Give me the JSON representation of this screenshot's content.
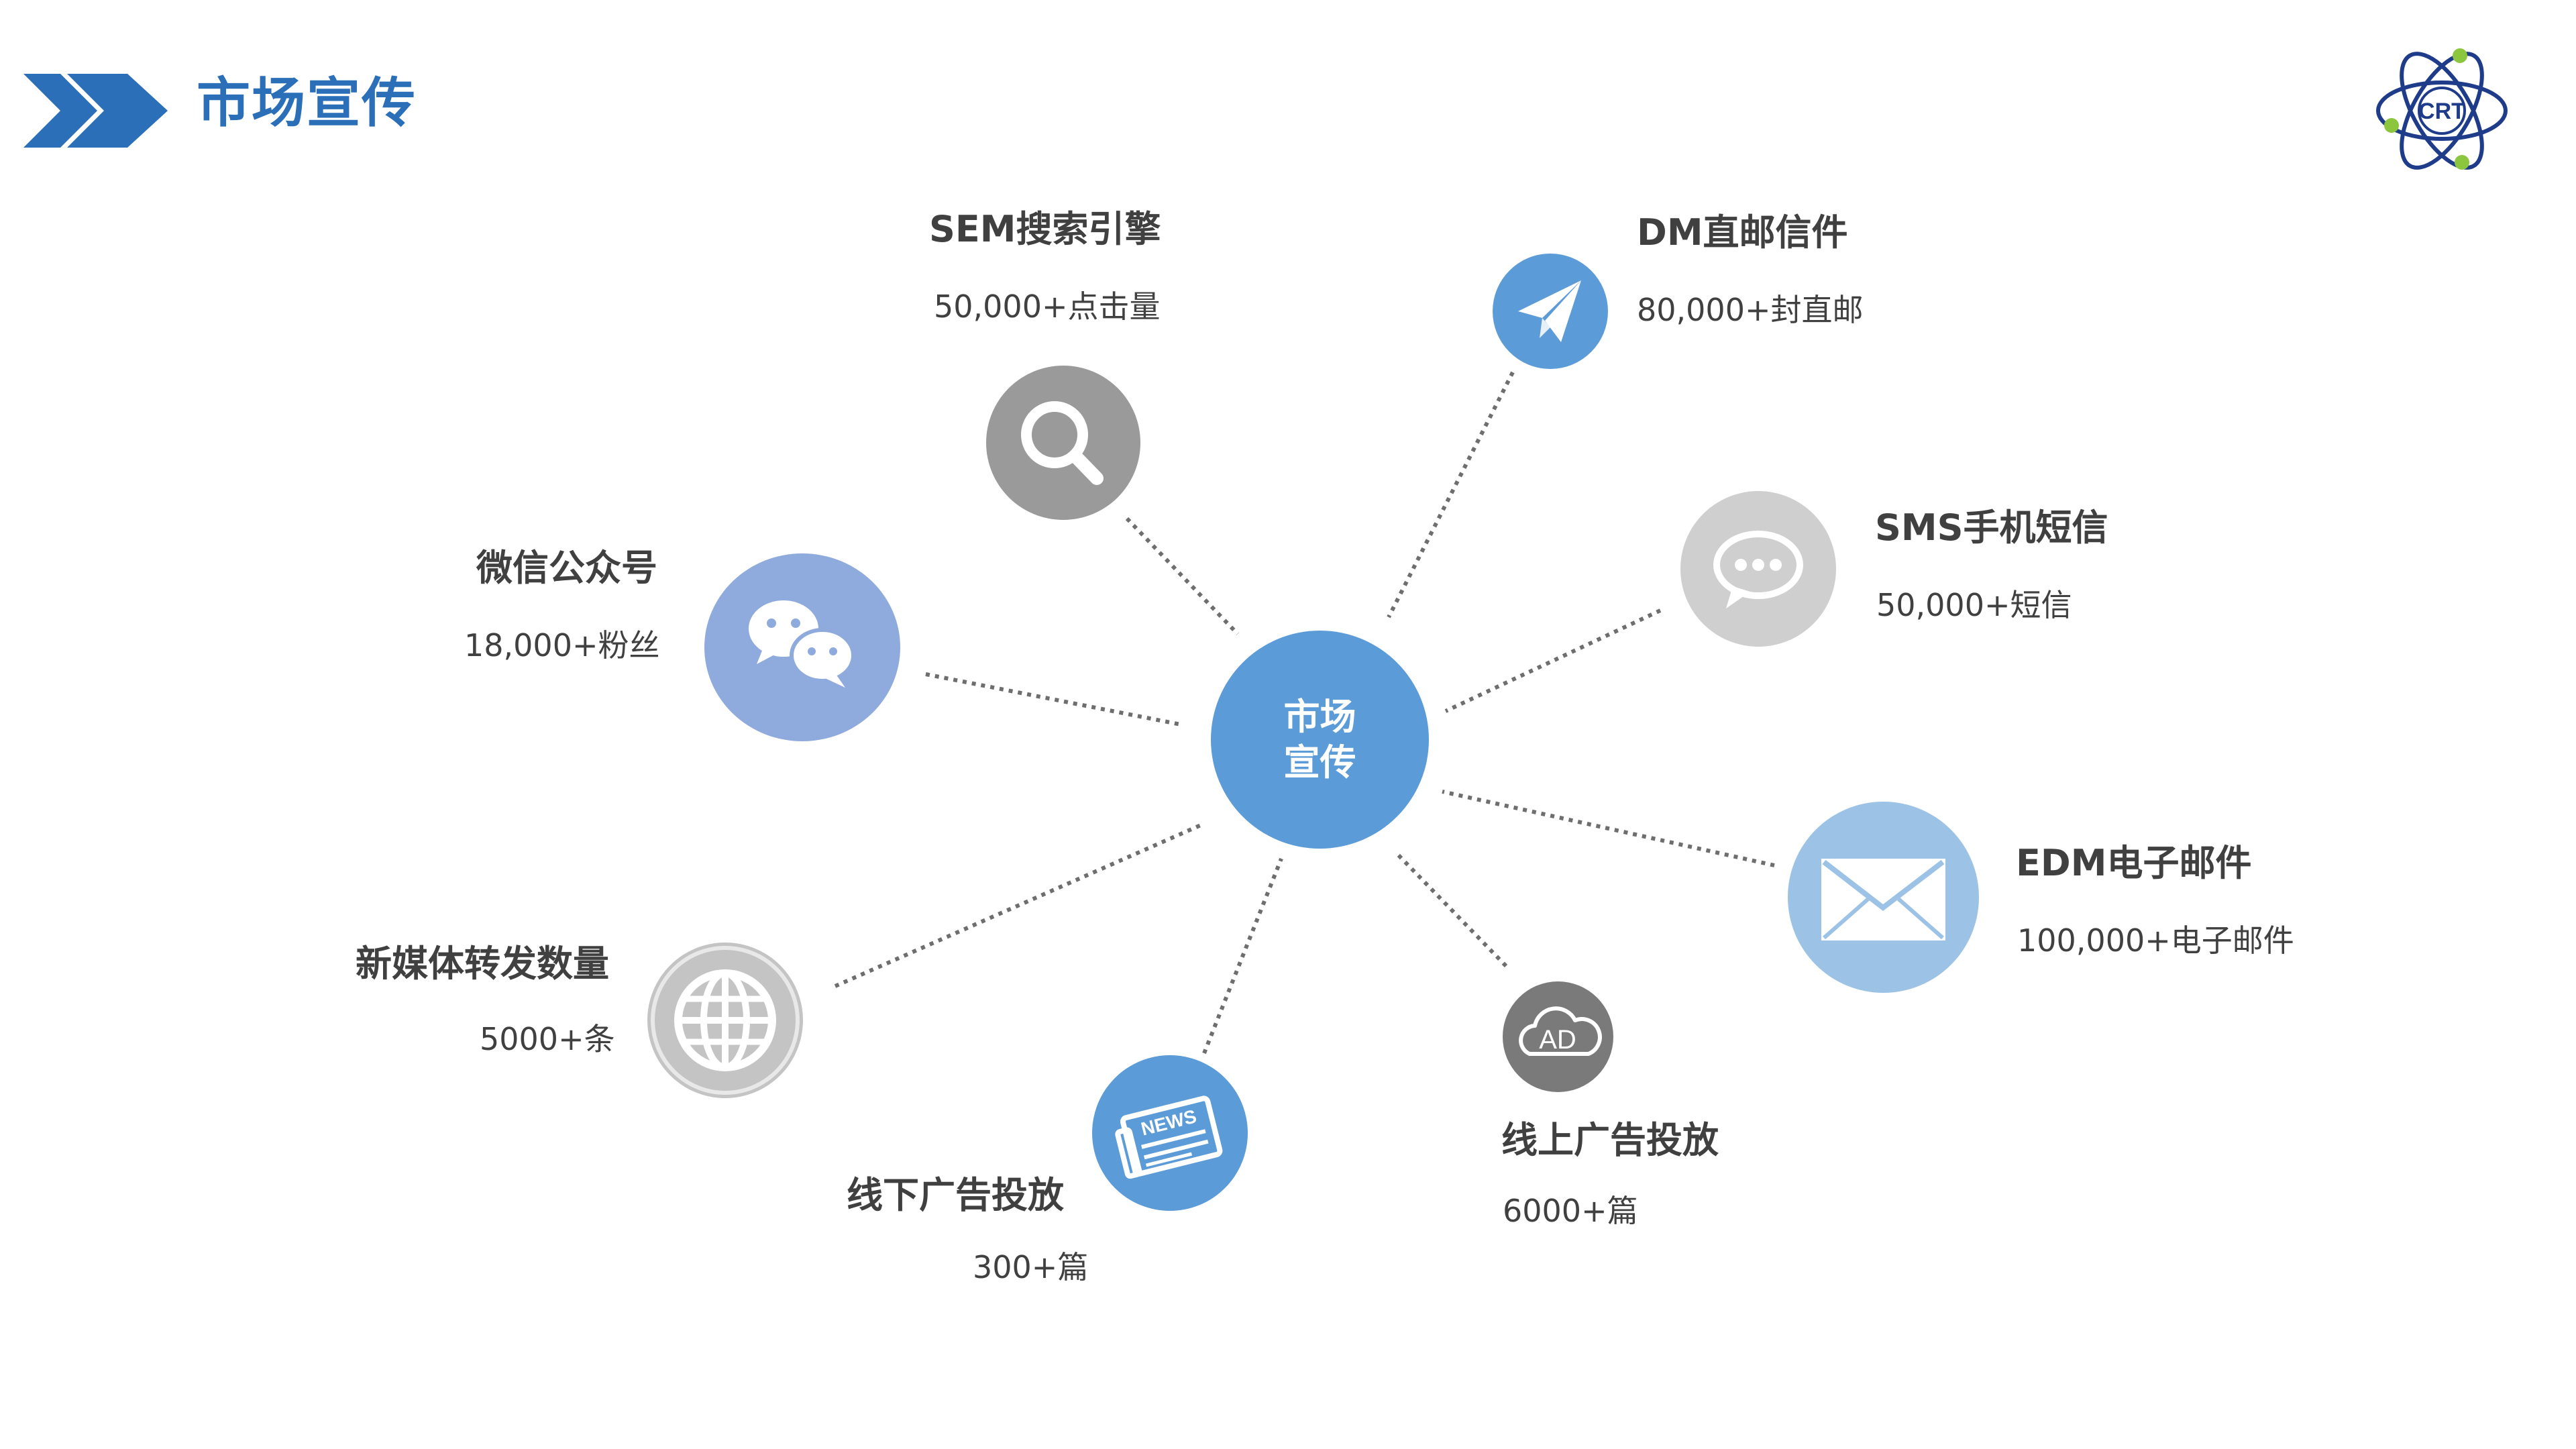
{
  "header": {
    "title": "市场宣传"
  },
  "logo": {
    "text": "CRT",
    "accent_color": "#8cc63f",
    "ring_color": "#1f3c8a"
  },
  "center": {
    "line1": "市场",
    "line2": "宣传",
    "color": "#5b9bd8"
  },
  "nodes": {
    "sem": {
      "title": "SEM搜索引擎",
      "stat": "50,000+点击量",
      "icon": "search-icon",
      "color": "#9a9a9a"
    },
    "dm": {
      "title": "DM直邮信件",
      "stat": "80,000+封直邮",
      "icon": "paper-plane-icon",
      "color": "#5b9bd8"
    },
    "sms": {
      "title": "SMS手机短信",
      "stat": "50,000+短信",
      "icon": "chat-bubble-icon",
      "color": "#cfcfcf"
    },
    "edm": {
      "title": "EDM电子邮件",
      "stat": "100,000+电子邮件",
      "icon": "envelope-icon",
      "color": "#9cc3e6"
    },
    "online_ad": {
      "title": "线上广告投放",
      "stat": "6000+篇",
      "icon": "ad-cloud-icon",
      "badge": "AD",
      "color": "#7a7a7a"
    },
    "offline_ad": {
      "title": "线下广告投放",
      "stat": "300+篇",
      "icon": "newspaper-icon",
      "badge": "NEWS",
      "color": "#5b9bd8"
    },
    "new_media": {
      "title": "新媒体转发数量",
      "stat": "5000+条",
      "icon": "globe-icon",
      "color": "#c4c4c4"
    },
    "wechat": {
      "title": "微信公众号",
      "stat": "18,000+粉丝",
      "icon": "wechat-icon",
      "color": "#8faadc"
    }
  }
}
